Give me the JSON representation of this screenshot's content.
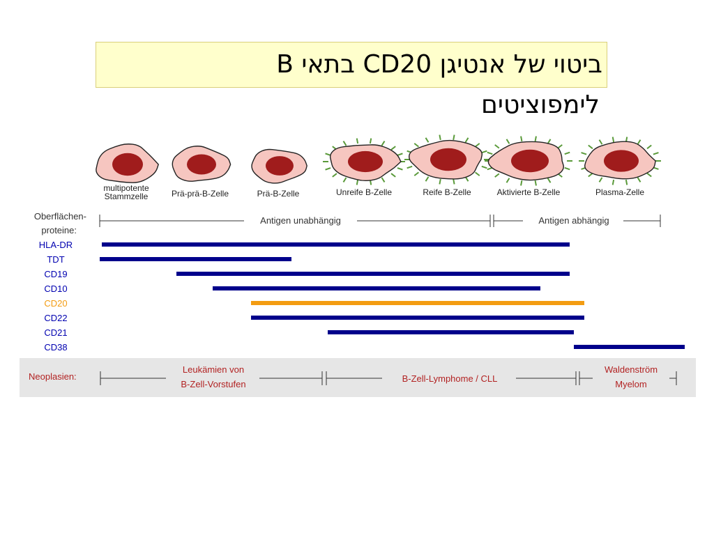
{
  "title": {
    "line1": "ביטוי של אנטיגן CD20 בתאי B",
    "line2": "לימפוציטים"
  },
  "cells": [
    {
      "label_lines": [
        "multipotente",
        "Stammzelle"
      ],
      "spikes": false
    },
    {
      "label_lines": [
        "Prä-prä-B-Zelle"
      ],
      "spikes": false
    },
    {
      "label_lines": [
        "Prä-B-Zelle"
      ],
      "spikes": false
    },
    {
      "label_lines": [
        "Unreife B-Zelle"
      ],
      "spikes": true
    },
    {
      "label_lines": [
        "Reife B-Zelle"
      ],
      "spikes": true
    },
    {
      "label_lines": [
        "Aktivierte B-Zelle"
      ],
      "spikes": true
    },
    {
      "label_lines": [
        "Plasma-Zelle"
      ],
      "spikes": true
    }
  ],
  "surface": {
    "heading_lines": [
      "Oberflächen-",
      "proteine:"
    ],
    "antigen_independent": "Antigen unabhängig",
    "antigen_dependent": "Antigen abhängig"
  },
  "markers": [
    {
      "name": "HLA-DR",
      "color": "#00008b"
    },
    {
      "name": "TDT",
      "color": "#00008b"
    },
    {
      "name": "CD19",
      "color": "#00008b"
    },
    {
      "name": "CD10",
      "color": "#00008b"
    },
    {
      "name": "CD20",
      "color": "#f39c12"
    },
    {
      "name": "CD22",
      "color": "#00008b"
    },
    {
      "name": "CD21",
      "color": "#00008b"
    },
    {
      "name": "CD38",
      "color": "#00008b"
    }
  ],
  "label_blue": "#0000b0",
  "neoplasia": {
    "heading": "Neoplasien:",
    "groups": [
      {
        "lines": [
          "Leukämien von",
          "B-Zell-Vorstufen"
        ]
      },
      {
        "lines": [
          "B-Zell-Lymphome / CLL"
        ]
      },
      {
        "lines": [
          "Waldenström",
          "Myelom"
        ]
      }
    ],
    "label_color": "#b22222",
    "band_color": "#e6e6e6"
  },
  "cell_colors": {
    "body": "#f6c6c0",
    "nucleus": "#a01c1c",
    "spike": "#5a9a3a"
  }
}
